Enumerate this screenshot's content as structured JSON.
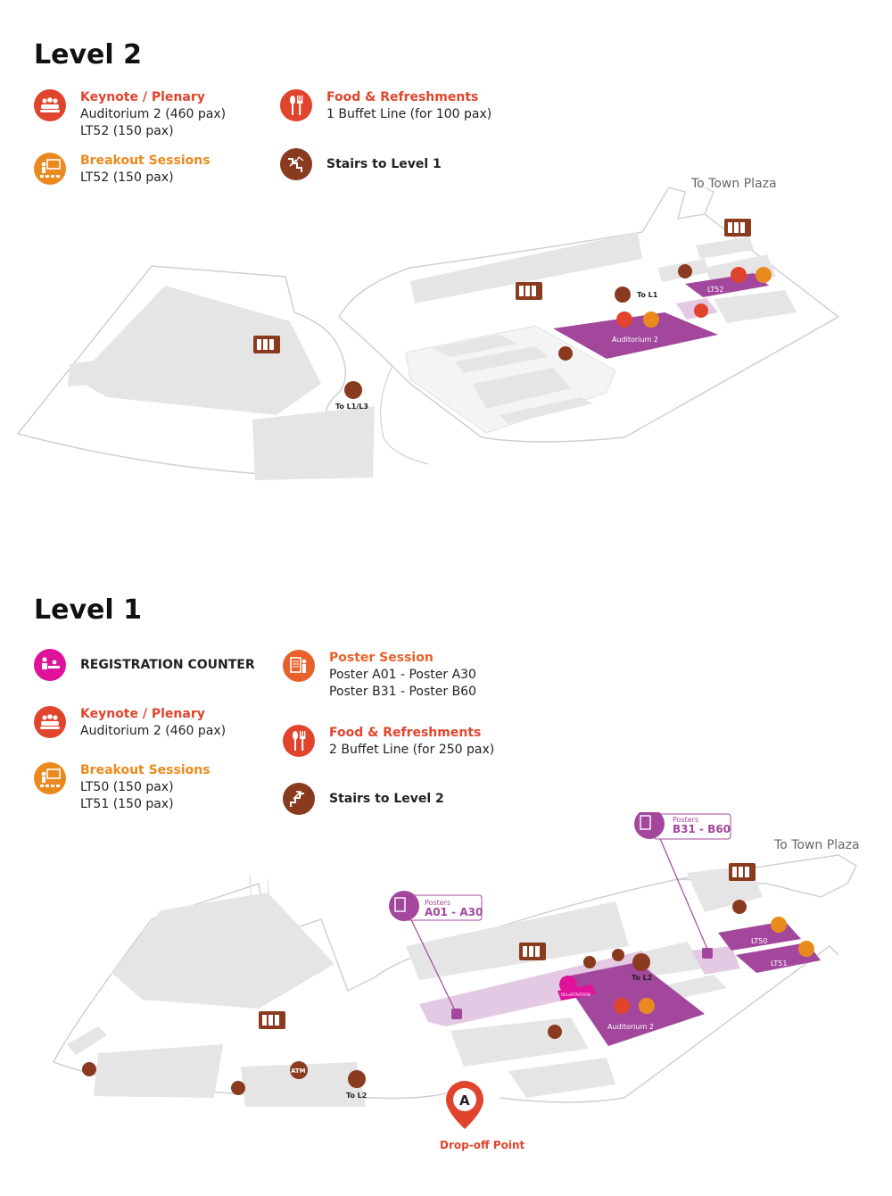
{
  "level2": {
    "title": "Level 2",
    "keynote": {
      "heading": "Keynote / Plenary",
      "lines": [
        "Auditorium 2 (460 pax)",
        "LT52 (150 pax)"
      ]
    },
    "breakout": {
      "heading": "Breakout Sessions",
      "lines": [
        "LT52 (150 pax)"
      ]
    },
    "food": {
      "heading": "Food & Refreshments",
      "lines": [
        "1 Buffet Line (for 100 pax)"
      ]
    },
    "stairs": {
      "heading": "Stairs to Level 1"
    },
    "map": {
      "to_town_plaza": "To Town Plaza",
      "lt52": "LT52",
      "auditorium": "Auditorium 2",
      "to_l1": "To L1",
      "to_l1_l3": "To L1/L3"
    }
  },
  "level1": {
    "title": "Level 1",
    "registration": {
      "heading": "REGISTRATION COUNTER"
    },
    "keynote": {
      "heading": "Keynote / Plenary",
      "lines": [
        "Auditorium 2 (460 pax)"
      ]
    },
    "breakout": {
      "heading": "Breakout Sessions",
      "lines": [
        "LT50 (150 pax)",
        "LT51 (150 pax)"
      ]
    },
    "poster": {
      "heading": "Poster Session",
      "lines": [
        "Poster A01 - Poster A30",
        "Poster B31 - Poster B60"
      ]
    },
    "food": {
      "heading": "Food & Refreshments",
      "lines": [
        "2 Buffet Line (for 250 pax)"
      ]
    },
    "stairs": {
      "heading": "Stairs to Level 2"
    },
    "map": {
      "to_town_plaza": "To Town Plaza",
      "posters_a_label": "Posters",
      "posters_a_range": "A01 - A30",
      "posters_b_label": "Posters",
      "posters_b_range": "B31 - B60",
      "lt50": "LT50",
      "lt51": "LT51",
      "auditorium": "Auditorium 2",
      "registration_tag": "REGISTRATION",
      "to_l2_upper": "To L2",
      "to_l2_lower": "To L2",
      "atm": "ATM",
      "dropoff_letter": "A",
      "dropoff_label": "Drop-off Point"
    }
  },
  "colors": {
    "keynote_red": "#e0442c",
    "breakout_orange": "#ea8a1e",
    "food_red": "#e0442c",
    "stairs_brown": "#8a3a1e",
    "registration_magenta": "#e0119a",
    "poster_orange": "#e8602a",
    "venue_purple": "#a3479c",
    "poster_lavender": "#e3c9e3",
    "building_gray": "#e5e5e5"
  },
  "icons": {
    "keynote": "audience-icon",
    "breakout": "presenter-icon",
    "food": "fork-knife-icon",
    "stairs": "stairs-icon",
    "registration": "registration-desk-icon",
    "poster": "poster-board-icon",
    "lift": "lift-icon",
    "toilet": "toilet-icon",
    "atm": "atm-icon",
    "pin": "map-pin-icon"
  }
}
